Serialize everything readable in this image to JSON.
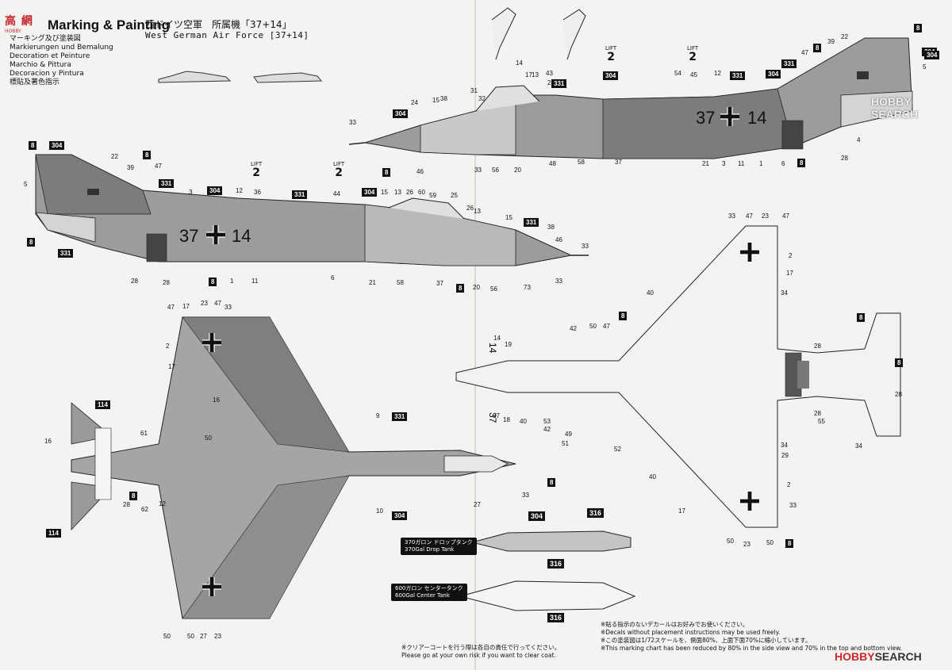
{
  "watermark": {
    "top_left": "高 網",
    "top_left_sub": "HOBBY",
    "bottom_right_hobby": "HOBBY",
    "bottom_right_search": "SEARCH"
  },
  "section": {
    "title": "Marking & Painting",
    "languages": [
      "マーキング及び塗装図",
      "Markierungen und Bemalung",
      "Decoration et Peinture",
      "Marchio & Pittura",
      "Decoracion y Pintura",
      "標貼及著色指示"
    ]
  },
  "aircraft": {
    "header_jp": "西ドイツ空軍　所属機「37+14」",
    "header_en": "West German Air Force [37+14]",
    "serial_left": "37",
    "serial_right": "14"
  },
  "lift": {
    "label": "LIFT",
    "num": "2"
  },
  "tanks": {
    "drop_jp": "370ガロン ドロップタンク",
    "drop_en": "370Gal Drop Tank",
    "center_jp": "600ガロン センタータンク",
    "center_en": "600Gal Center Tank",
    "decal_top": "316",
    "decal_left": "304",
    "decal_bottom": "316",
    "decal_center": "316"
  },
  "notes": [
    "※貼る指示のないデカールはお好みでお使いください。",
    "※Decals without placement instructions may be used freely.",
    "※この塗装図は1/72スケールを、側面80%、上面下面70%に縮小しています。",
    "※This marking chart has been reduced by 80% in the side view and 70% in the top and bottom view."
  ],
  "clear_coat": [
    "※クリアーコートを行う際は各自の責任で行ってください。",
    "Please go at your own risk if you want to clear coat."
  ],
  "decals": {
    "upper_side": [
      "8",
      "304",
      "39",
      "22",
      "331",
      "47",
      "8",
      "304",
      "5",
      "304",
      "331",
      "12",
      "54",
      "45",
      "304",
      "331",
      "17",
      "13",
      "26",
      "43",
      "14",
      "31",
      "32",
      "15",
      "24",
      "38",
      "304",
      "33",
      "8",
      "46",
      "33",
      "56",
      "20",
      "48",
      "37",
      "58",
      "21",
      "3",
      "11",
      "1",
      "6",
      "8",
      "28",
      "4",
      "28"
    ],
    "lower_side": [
      "8",
      "304",
      "22",
      "8",
      "39",
      "47",
      "331",
      "5",
      "3",
      "304",
      "12",
      "36",
      "331",
      "44",
      "304",
      "15",
      "13",
      "26",
      "60",
      "59",
      "25",
      "26",
      "13",
      "15",
      "331",
      "38",
      "46",
      "33",
      "8",
      "331",
      "28",
      "28",
      "8",
      "1",
      "11",
      "6",
      "21",
      "58",
      "37",
      "8",
      "20",
      "56",
      "73",
      "33",
      "57"
    ],
    "top_view": [
      "47",
      "17",
      "23",
      "47",
      "33",
      "2",
      "17",
      "16",
      "114",
      "16",
      "61",
      "8",
      "28",
      "50",
      "331",
      "304",
      "33",
      "8",
      "27",
      "12",
      "62",
      "9",
      "10",
      "50",
      "27",
      "23",
      "50",
      "114"
    ],
    "bottom_view": [
      "33",
      "47",
      "23",
      "47",
      "2",
      "17",
      "34",
      "40",
      "50",
      "47",
      "8",
      "42",
      "19",
      "14",
      "37",
      "18",
      "40",
      "53",
      "42",
      "49",
      "51",
      "52",
      "40",
      "28",
      "34",
      "28",
      "55",
      "29",
      "8",
      "8",
      "28",
      "34",
      "17",
      "2",
      "33",
      "50",
      "23",
      "50",
      "8"
    ]
  }
}
